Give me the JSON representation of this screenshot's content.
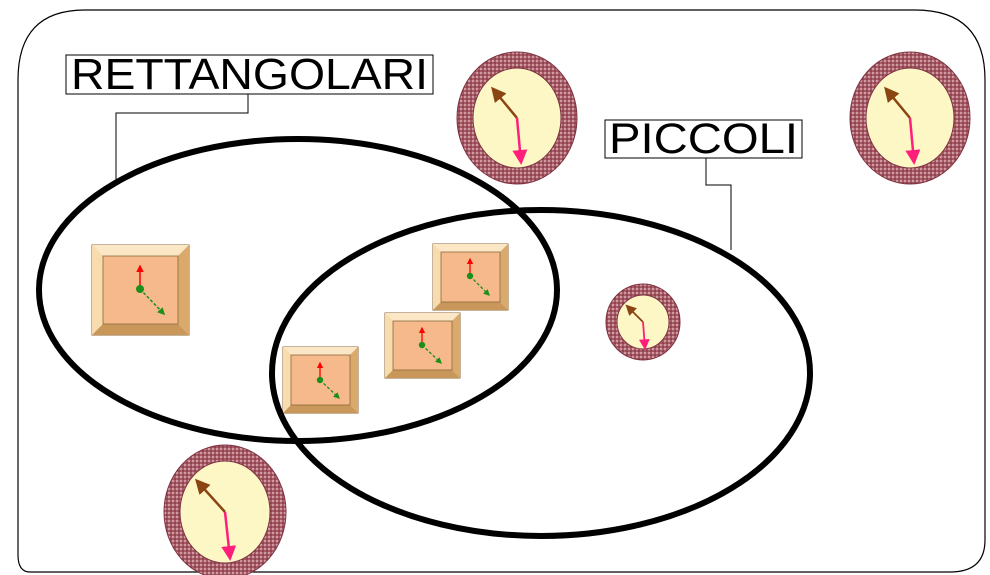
{
  "diagram": {
    "type": "venn",
    "sets": [
      {
        "id": "rettangolari",
        "label": "RETTANGOLARI"
      },
      {
        "id": "piccoli",
        "label": "PICCOLI"
      }
    ],
    "items": [
      {
        "kind": "round-clock",
        "size": "large",
        "membership": []
      },
      {
        "kind": "round-clock",
        "size": "large",
        "membership": []
      },
      {
        "kind": "round-clock",
        "size": "large",
        "membership": []
      },
      {
        "kind": "round-clock",
        "size": "small",
        "membership": [
          "piccoli"
        ]
      },
      {
        "kind": "square-clock",
        "size": "large",
        "membership": [
          "rettangolari"
        ]
      },
      {
        "kind": "square-clock",
        "size": "small",
        "membership": [
          "rettangolari",
          "piccoli"
        ]
      },
      {
        "kind": "square-clock",
        "size": "small",
        "membership": [
          "rettangolari",
          "piccoli"
        ]
      },
      {
        "kind": "square-clock",
        "size": "small",
        "membership": [
          "rettangolari",
          "piccoli"
        ]
      }
    ]
  },
  "colors": {
    "outline": "#000000",
    "round_rim": "#a85a66",
    "round_face": "#fdf7c6",
    "hour_hand": "#8b4513",
    "minute_hand": "#ff1f7a",
    "square_frame": "#f2cc98",
    "square_face": "#f6b98c",
    "up_arrow": "#ff0000",
    "down_arrow": "#1a8f1a",
    "center_dot": "#1a8f1a"
  }
}
